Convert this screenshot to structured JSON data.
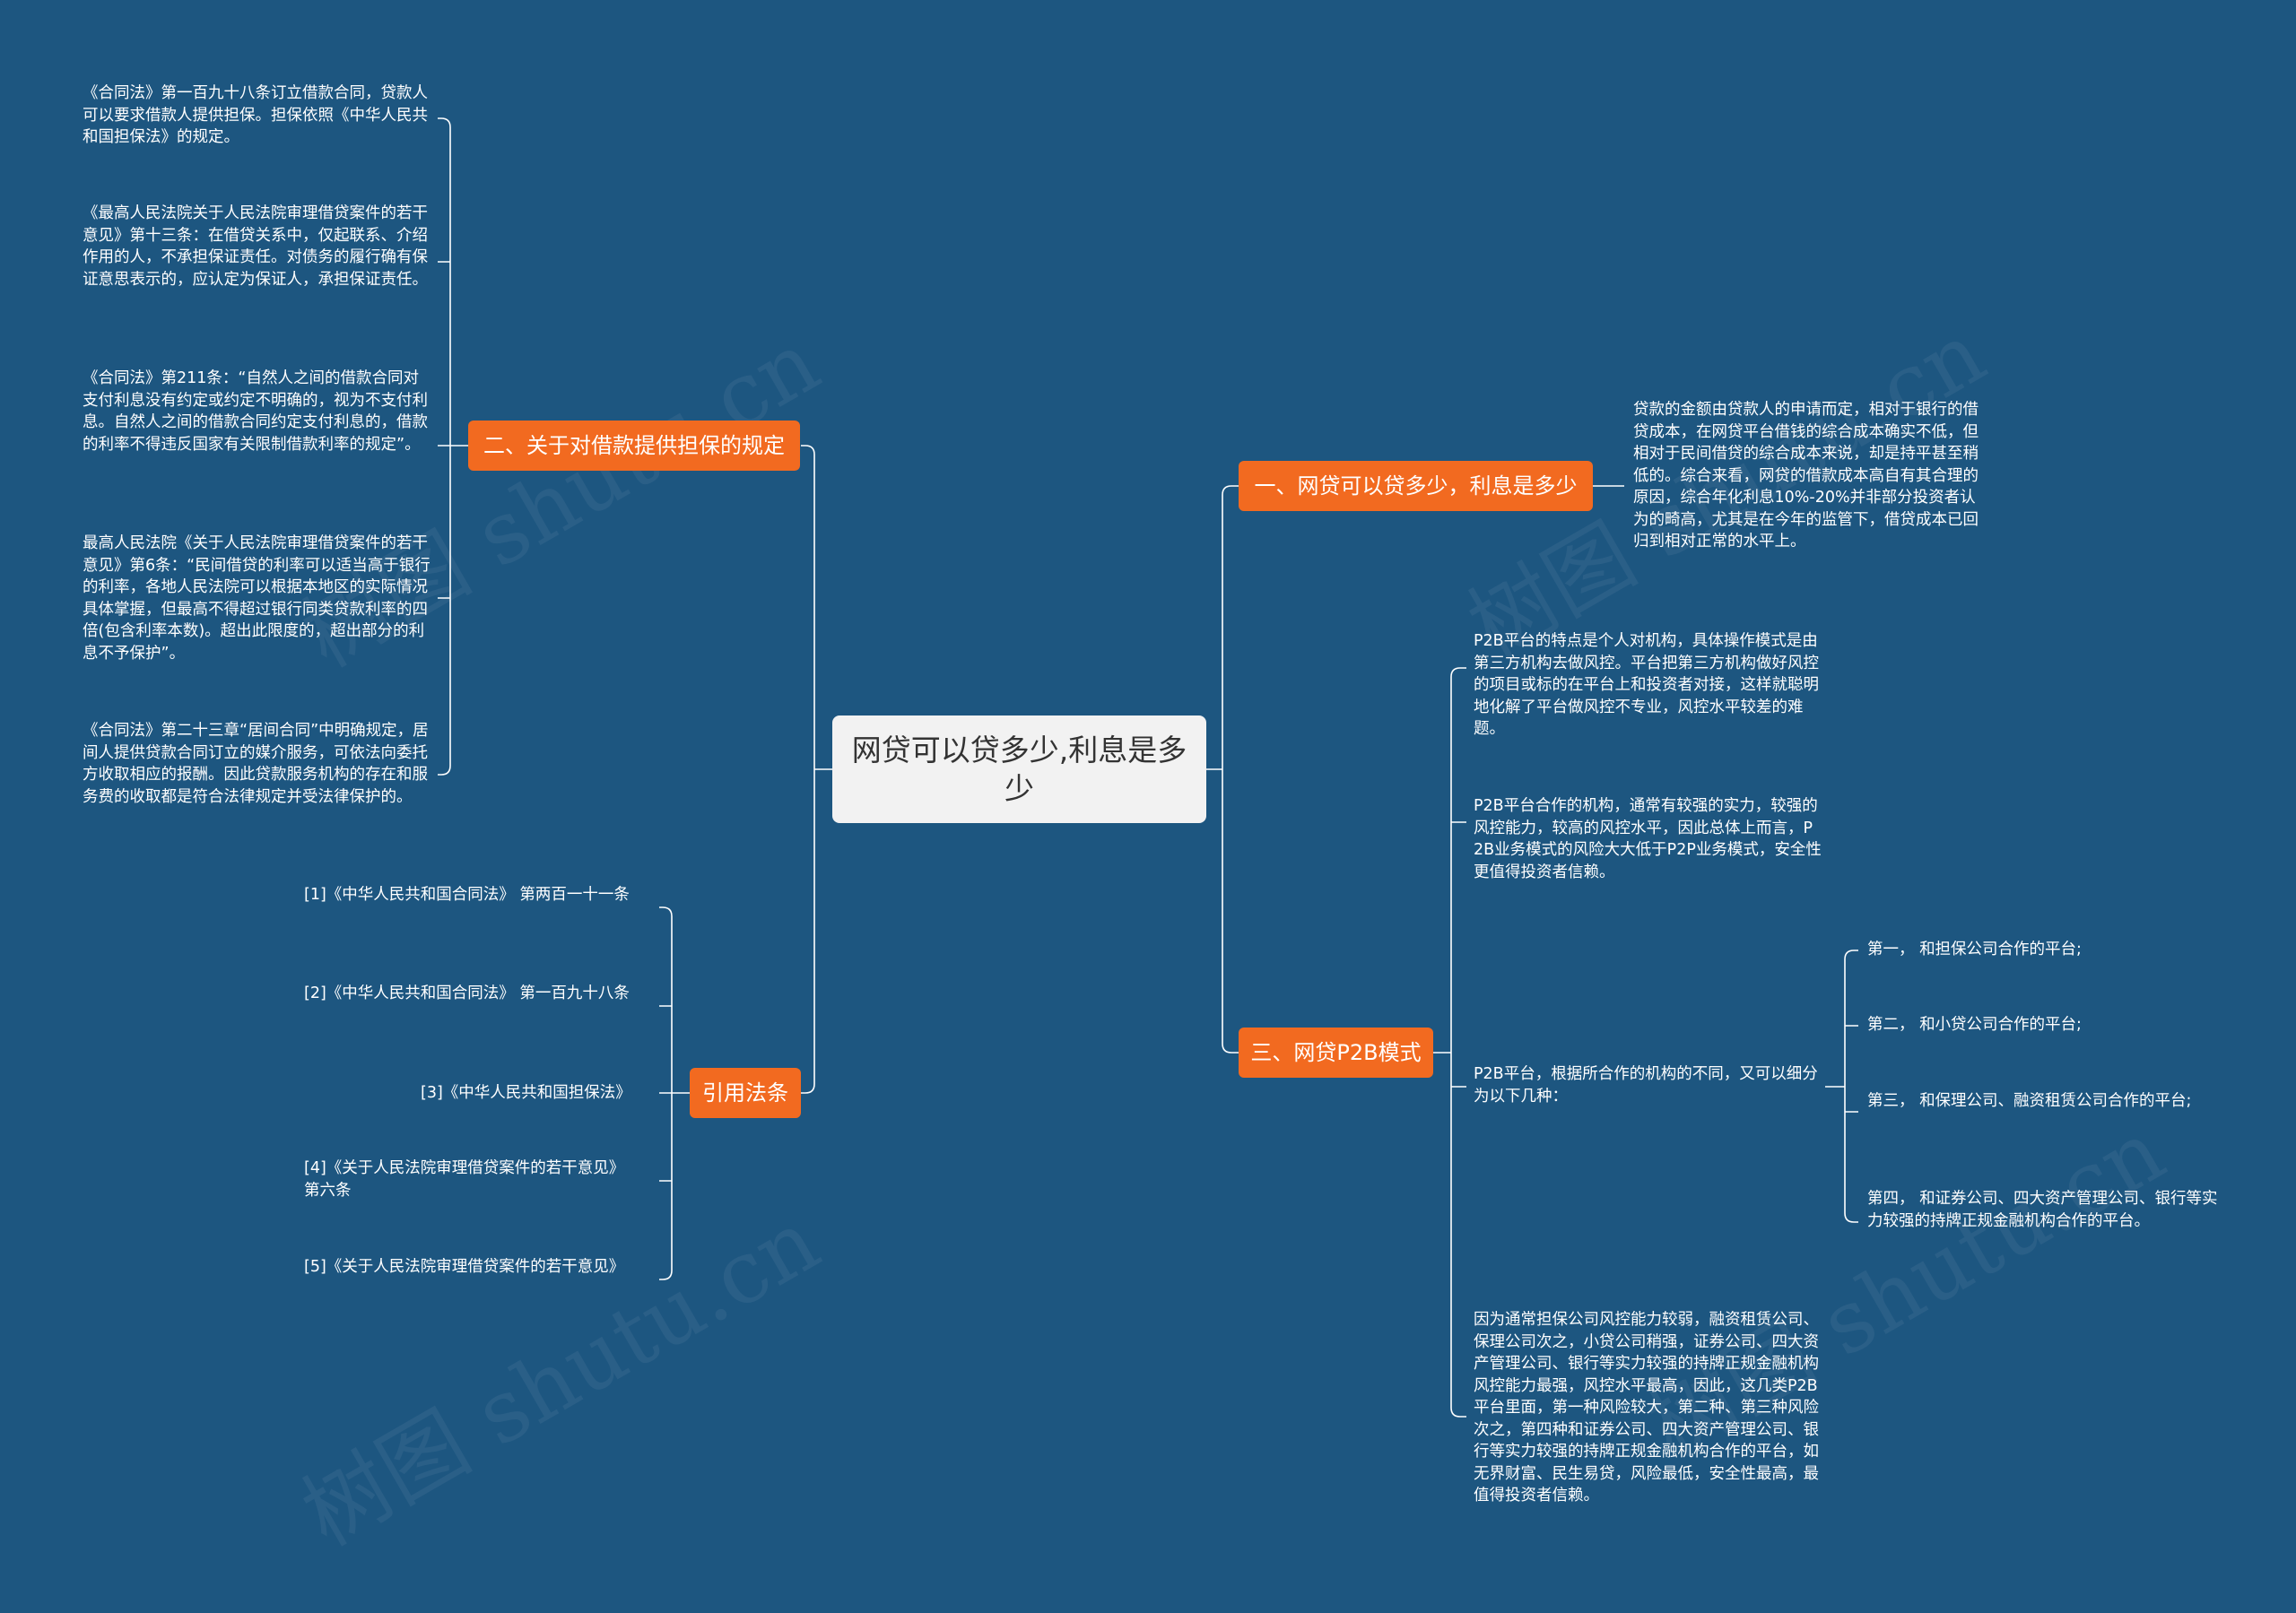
{
  "root": "网贷可以贷多少,利息是多少",
  "branches": {
    "guarantee": {
      "label": "二、关于对借款提供担保的规定",
      "leaves": [
        "《合同法》第一百九十八条订立借款合同，贷款人可以要求借款人提供担保。担保依照《中华人民共和国担保法》的规定。",
        "《最高人民法院关于人民法院审理借贷案件的若干意见》第十三条：在借贷关系中，仅起联系、介绍作用的人，不承担保证责任。对债务的履行确有保证意思表示的，应认定为保证人，承担保证责任。",
        "《合同法》第211条：“自然人之间的借款合同对支付利息没有约定或约定不明确的，视为不支付利息。自然人之间的借款合同约定支付利息的，借款的利率不得违反国家有关限制借款利率的规定”。",
        "最高人民法院《关于人民法院审理借贷案件的若干意见》第6条：“民间借贷的利率可以适当高于银行的利率，各地人民法院可以根据本地区的实际情况具体掌握，但最高不得超过银行同类贷款利率的四倍(包含利率本数)。超出此限度的，超出部分的利息不予保护”。",
        "《合同法》第二十三章“居间合同”中明确规定，居间人提供贷款合同订立的媒介服务，可依法向委托方收取相应的报酬。因此贷款服务机构的存在和服务费的收取都是符合法律规定并受法律保护的。"
      ]
    },
    "refs": {
      "label": "引用法条",
      "leaves": [
        "[1]《中华人民共和国合同法》 第两百一十一条",
        "[2]《中华人民共和国合同法》 第一百九十八条",
        "[3]《中华人民共和国担保法》",
        "[4]《关于人民法院审理借贷案件的若干意见》 第六条",
        "[5]《关于人民法院审理借贷案件的若干意见》"
      ]
    },
    "amount": {
      "label": "一、网贷可以贷多少，利息是多少",
      "leaves": [
        "贷款的金额由贷款人的申请而定，相对于银行的借贷成本，在网贷平台借钱的综合成本确实不低，但相对于民间借贷的综合成本来说，却是持平甚至稍低的。综合来看，网贷的借款成本高自有其合理的原因，综合年化利息10%-20%并非部分投资者认为的畸高，尤其是在今年的监管下，借贷成本已回归到相对正常的水平上。"
      ]
    },
    "p2b": {
      "label": "三、网贷P2B模式",
      "leaves": [
        "P2B平台的特点是个人对机构，具体操作模式是由第三方机构去做风控。平台把第三方机构做好风控的项目或标的在平台上和投资者对接，这样就聪明地化解了平台做风控不专业，风控水平较差的难题。",
        "P2B平台合作的机构，通常有较强的实力，较强的风控能力，较高的风控水平，因此总体上而言，P2B业务模式的风险大大低于P2P业务模式，安全性更值得投资者信赖。",
        "P2B平台，根据所合作的机构的不同，又可以细分为以下几种：",
        "因为通常担保公司风控能力较弱，融资租赁公司、保理公司次之，小贷公司稍强，证券公司、四大资产管理公司、银行等实力较强的持牌正规金融机构风控能力最强，风控水平最高，因此，这几类P2B平台里面，第一种风险较大，第二种、第三种风险次之，第四种和证券公司、四大资产管理公司、银行等实力较强的持牌正规金融机构合作的平台，如无界财富、民生易贷，风险最低，安全性最高，最值得投资者信赖。"
      ],
      "types": [
        "第一， 和担保公司合作的平台;",
        "第二， 和小贷公司合作的平台;",
        "第三， 和保理公司、融资租赁公司合作的平台;",
        "第四， 和证券公司、四大资产管理公司、银行等实力较强的持牌正规金融机构合作的平台。"
      ]
    }
  },
  "watermark": "树图 shutu.cn",
  "colors": {
    "background": "#1d5680",
    "branch": "#f26a20",
    "root": "#f2f2f2",
    "line": "#ffffff"
  }
}
